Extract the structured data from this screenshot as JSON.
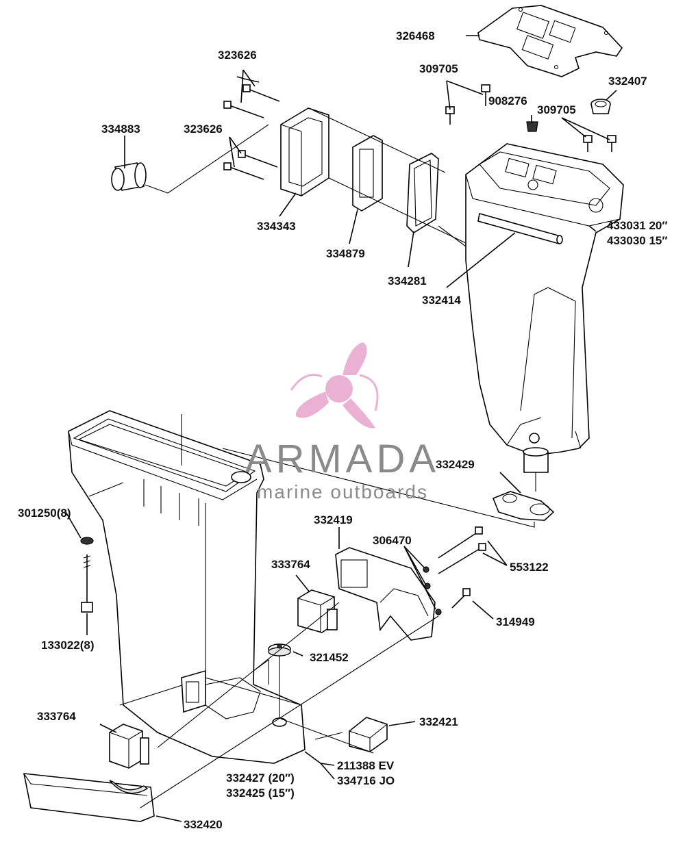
{
  "watermark": {
    "brand": "ARMADA",
    "tagline": "marine outboards",
    "logo_color": "#e8a9cf",
    "text_color": "#8a8a8a"
  },
  "labels": {
    "p326468": "326468",
    "p323626_a": "323626",
    "p309705_a": "309705",
    "p908276": "908276",
    "p332407": "332407",
    "p309705_b": "309705",
    "p334883": "334883",
    "p323626_b": "323626",
    "p334343": "334343",
    "p334879": "334879",
    "p334281": "334281",
    "p332414": "332414",
    "p433031": "433031 20″",
    "p433030": "433030 15″",
    "p332429": "332429",
    "p301250": "301250(8)",
    "p332419": "332419",
    "p306470": "306470",
    "p553122": "553122",
    "p333764_a": "333764",
    "p314949": "314949",
    "p133022": "133022(8)",
    "p321452": "321452",
    "p333764_b": "333764",
    "p332421": "332421",
    "p211388": "211388 EV",
    "p334716": "334716 JO",
    "p332427": "332427 (20″)",
    "p332425": "332425 (15″)",
    "p332420": "332420"
  }
}
